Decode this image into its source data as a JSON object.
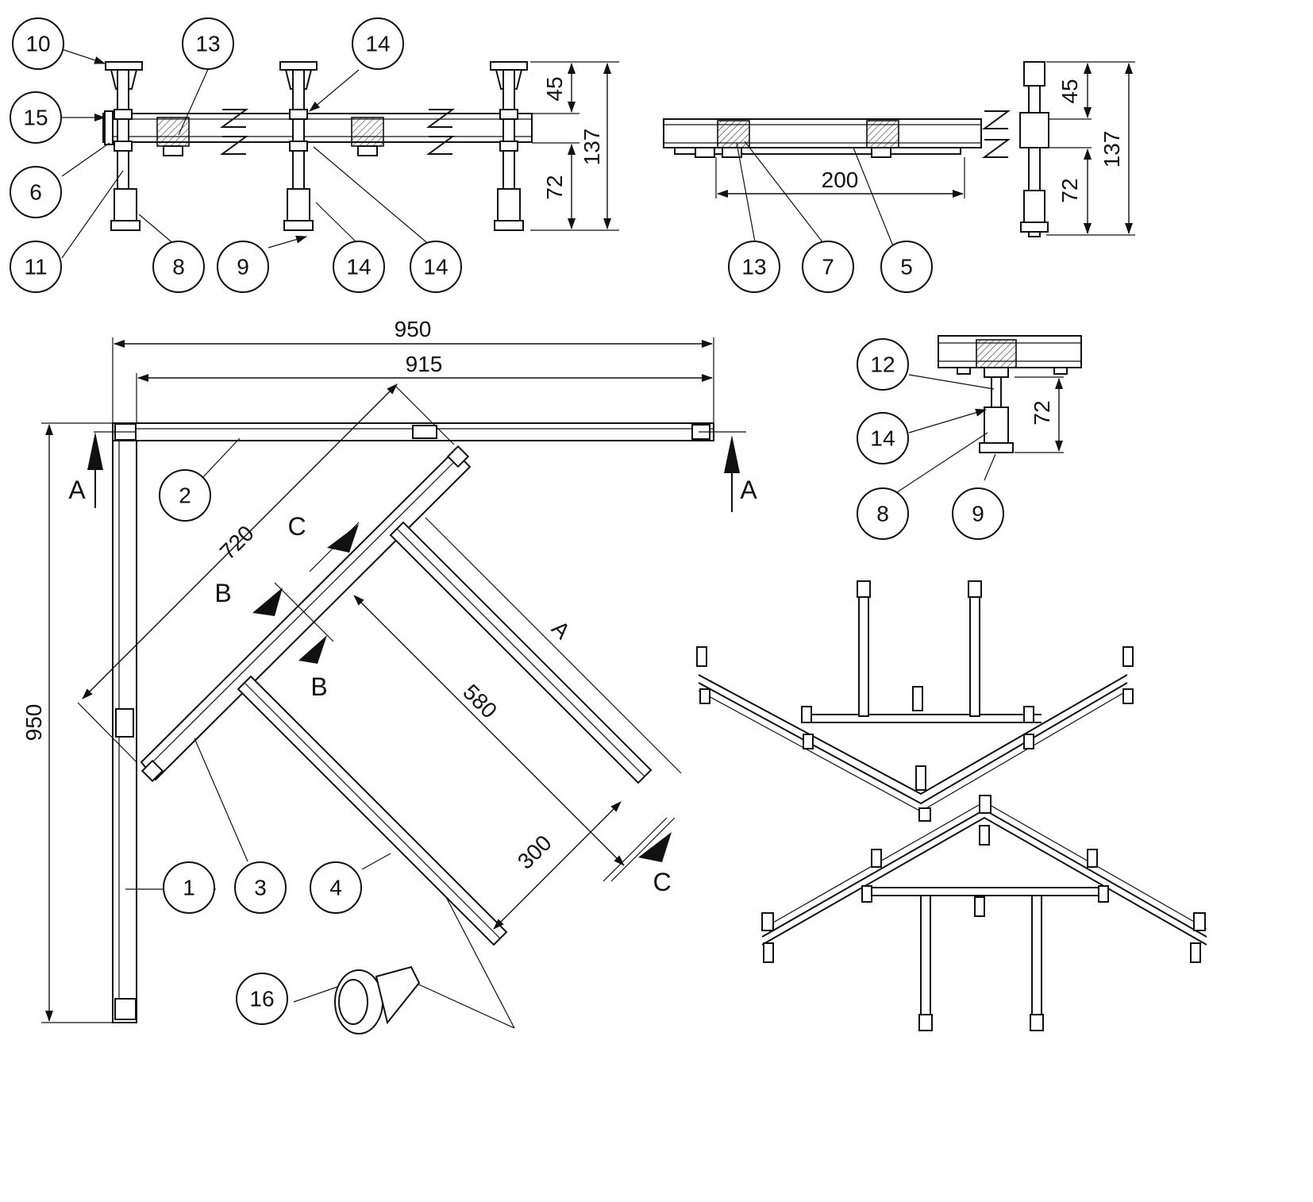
{
  "callouts": {
    "c10": "10",
    "c13a": "13",
    "c14a": "14",
    "c15": "15",
    "c6": "6",
    "c11": "11",
    "c8a": "8",
    "c9a": "9",
    "c14b": "14",
    "c14c": "14",
    "c13b": "13",
    "c7": "7",
    "c5": "5",
    "c12": "12",
    "c14d": "14",
    "c8b": "8",
    "c9b": "9",
    "c2": "2",
    "c1": "1",
    "c3": "3",
    "c4": "4",
    "c16": "16"
  },
  "dimensions": {
    "d45a": "45",
    "d137a": "137",
    "d72a": "72",
    "d200": "200",
    "d45b": "45",
    "d137b": "137",
    "d72b": "72",
    "d72c": "72",
    "d950_top": "950",
    "d915": "915",
    "d950_left": "950",
    "d720": "720",
    "d580": "580",
    "d300": "300"
  },
  "sections": {
    "a_left": "A",
    "a_right": "A",
    "b_top": "B",
    "b_bottom": "B",
    "c_top": "C",
    "c_bottom": "C",
    "a_diag": "A"
  }
}
